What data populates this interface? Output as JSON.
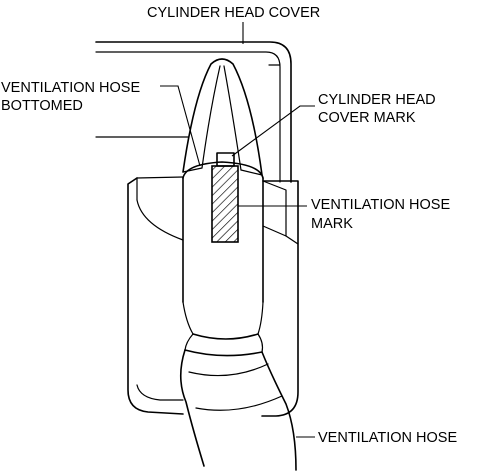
{
  "diagram": {
    "labels": {
      "cylinder_head_cover": "CYLINDER HEAD COVER",
      "ventilation_hose_bottomed_line1": "VENTILATION HOSE",
      "ventilation_hose_bottomed_line2": "BOTTOMED",
      "cylinder_head_cover_mark_line1": "CYLINDER HEAD",
      "cylinder_head_cover_mark_line2": "COVER MARK",
      "ventilation_hose_mark_line1": "VENTILATION HOSE",
      "ventilation_hose_mark_line2": "MARK",
      "ventilation_hose": "VENTILATION HOSE"
    },
    "colors": {
      "line": "#000000",
      "background": "#ffffff"
    }
  }
}
